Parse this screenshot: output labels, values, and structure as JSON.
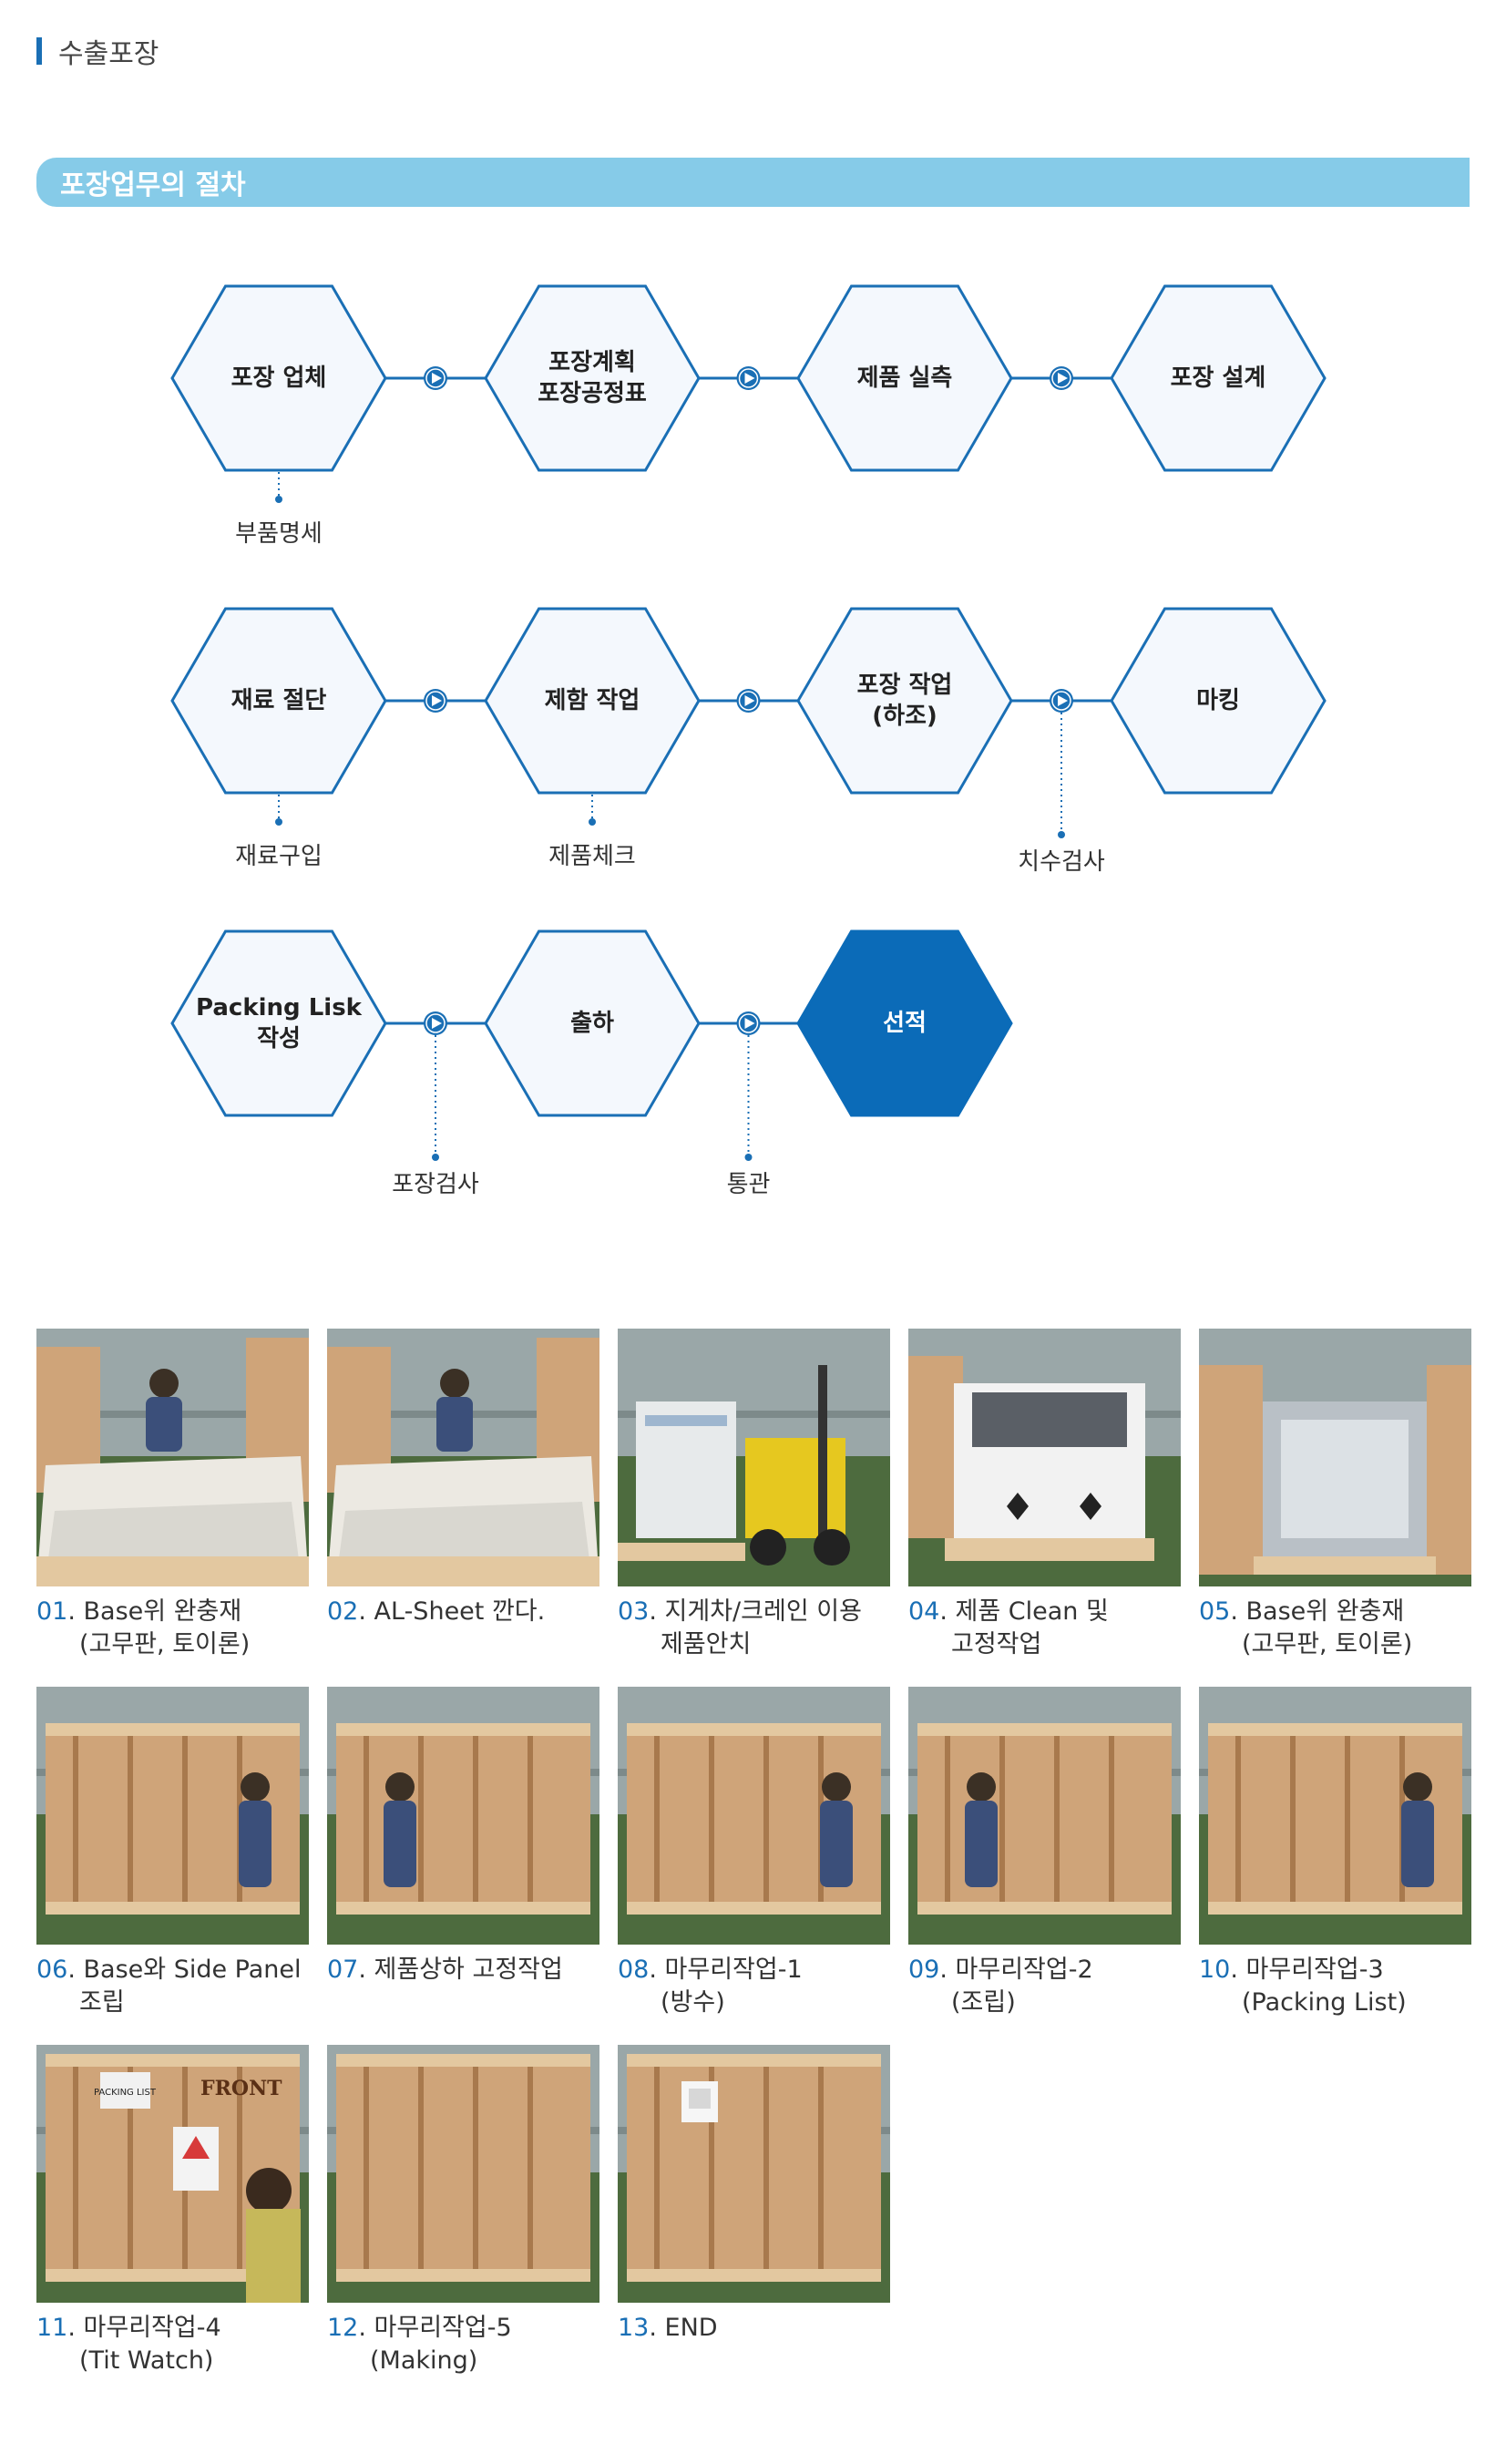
{
  "header": {
    "title": "수출포장"
  },
  "section": {
    "title": "포장업무의 절차"
  },
  "process": {
    "rows": [
      {
        "steps": [
          {
            "lines": [
              "포장 업체"
            ],
            "sub": "부품명세"
          },
          {
            "lines": [
              "포장계획",
              "포장공정표"
            ],
            "sub": ""
          },
          {
            "lines": [
              "제품 실측"
            ],
            "sub": ""
          },
          {
            "lines": [
              "포장 설계"
            ],
            "sub": ""
          }
        ],
        "connector_subs": [
          "",
          "",
          ""
        ]
      },
      {
        "steps": [
          {
            "lines": [
              "재료 절단"
            ],
            "sub": "재료구입"
          },
          {
            "lines": [
              "제함 작업"
            ],
            "sub": "제품체크"
          },
          {
            "lines": [
              "포장 작업",
              "(하조)"
            ],
            "sub": ""
          },
          {
            "lines": [
              "마킹"
            ],
            "sub": ""
          }
        ],
        "connector_subs": [
          "",
          "",
          "치수검사"
        ]
      },
      {
        "steps": [
          {
            "lines": [
              "Packing Lisk",
              "작성"
            ],
            "sub": ""
          },
          {
            "lines": [
              "출하"
            ],
            "sub": ""
          },
          {
            "lines": [
              "선적"
            ],
            "sub": "",
            "final": true
          }
        ],
        "connector_subs": [
          "포장검사",
          "통관"
        ]
      }
    ]
  },
  "colors": {
    "accent": "#1a6fb5",
    "bar": "#86cbe8",
    "hex_fill": "#f4f8fd",
    "final_fill": "#0b6bb8"
  },
  "photos": [
    {
      "num": "01",
      "line1": "Base위 완충재",
      "line2": "(고무판, 토이론)"
    },
    {
      "num": "02",
      "line1": "AL-Sheet 깐다.",
      "line2": ""
    },
    {
      "num": "03",
      "line1": "지게차/크레인 이용",
      "line2": "제품안치"
    },
    {
      "num": "04",
      "line1": "제품 Clean 및",
      "line2": "고정작업"
    },
    {
      "num": "05",
      "line1": "Base위 완충재",
      "line2": "(고무판, 토이론)"
    },
    {
      "num": "06",
      "line1": "Base와 Side Panel",
      "line2": "조립"
    },
    {
      "num": "07",
      "line1": "제품상하 고정작업",
      "line2": ""
    },
    {
      "num": "08",
      "line1": "마무리작업-1",
      "line2": "(방수)"
    },
    {
      "num": "09",
      "line1": "마무리작업-2",
      "line2": "(조립)"
    },
    {
      "num": "10",
      "line1": "마무리작업-3",
      "line2": "(Packing List)"
    },
    {
      "num": "11",
      "line1": "마무리작업-4",
      "line2": "(Tit Watch)"
    },
    {
      "num": "12",
      "line1": "마무리작업-5",
      "line2": "(Making)"
    },
    {
      "num": "13",
      "line1": "END",
      "line2": ""
    }
  ],
  "photo_signs": {
    "packing_list": "PACKING LIST",
    "front": "FRONT"
  }
}
